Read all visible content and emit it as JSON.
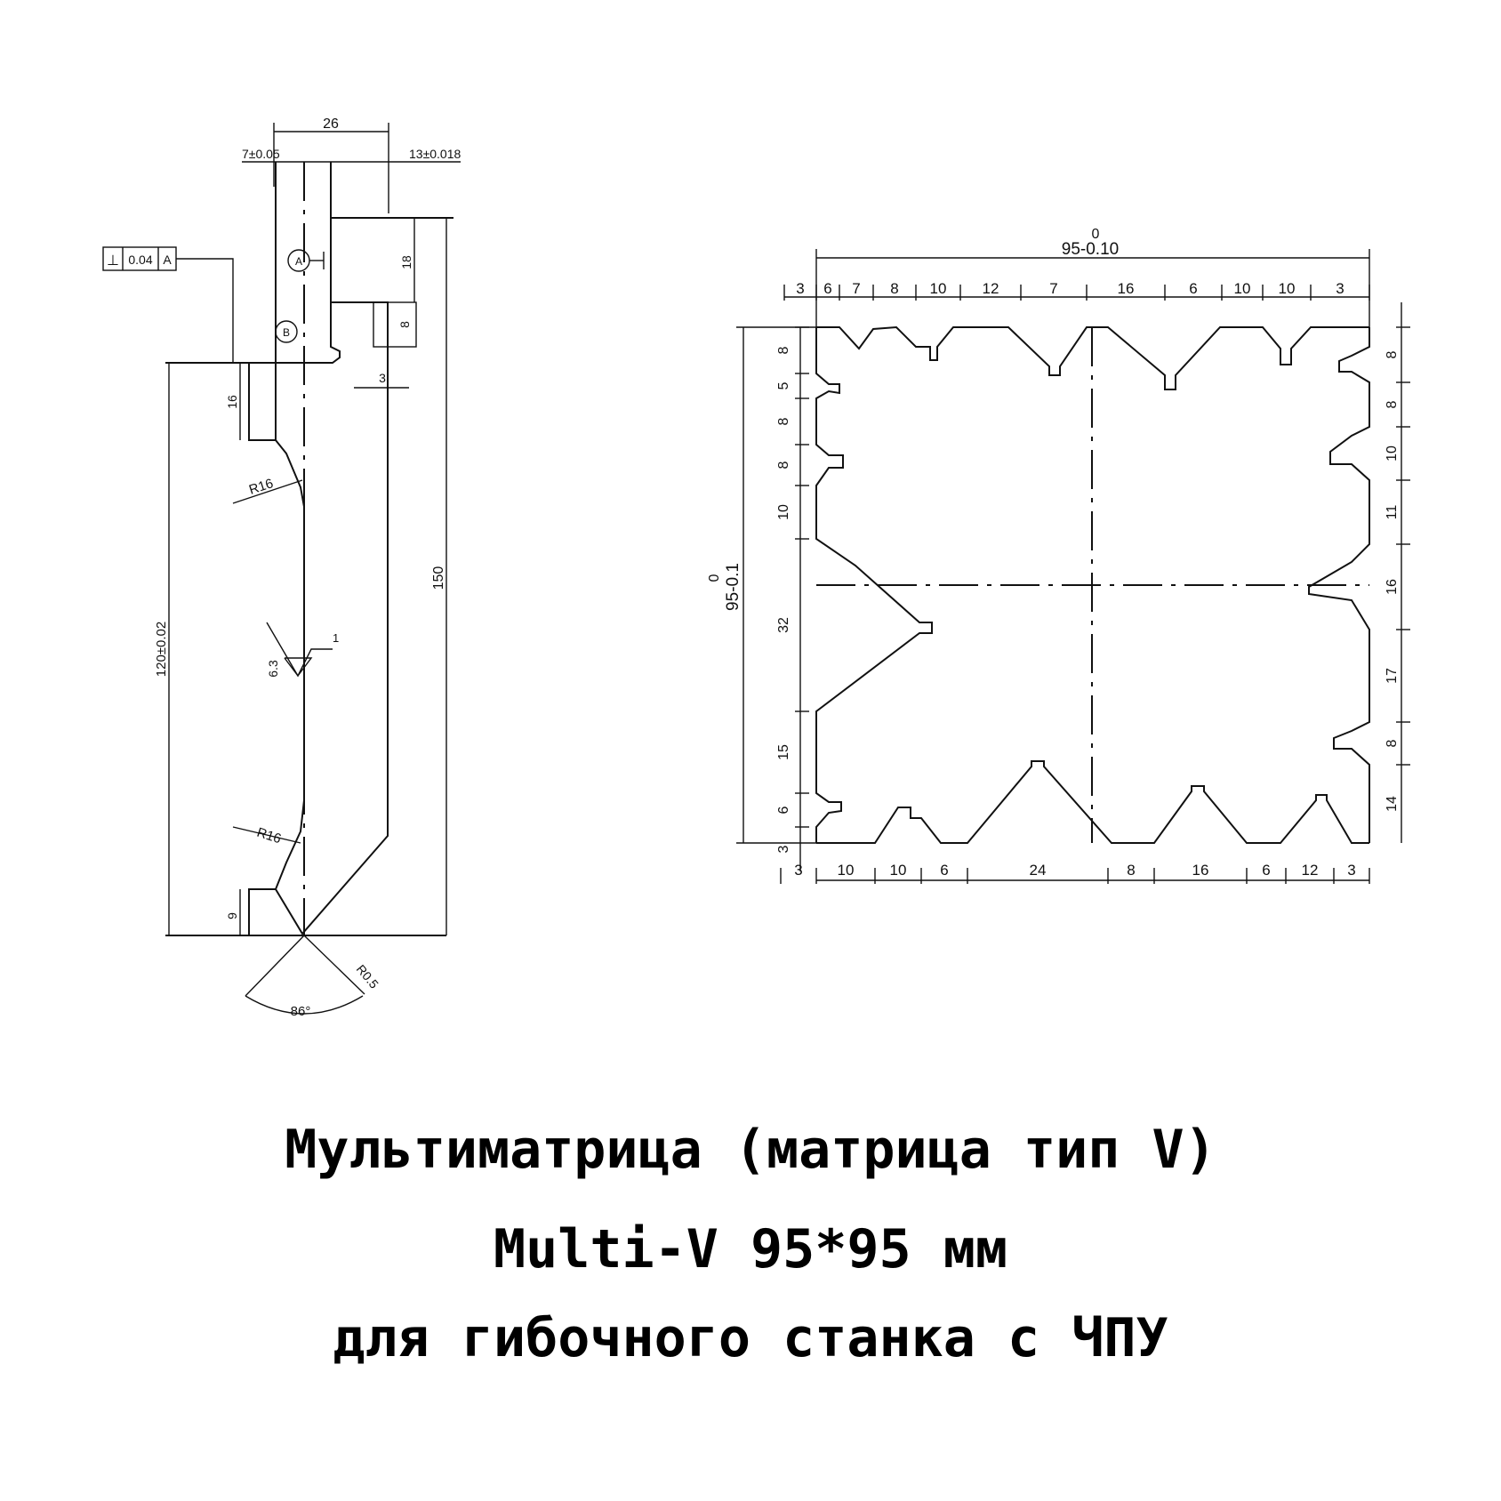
{
  "profile": {
    "top_width": "26",
    "tol_left": "7±0.05",
    "tol_right": "13±0.018",
    "perp_symbol": "⊥",
    "perp_value": "0.04",
    "perp_datum": "A",
    "datum_a": "A",
    "datum_b": "B",
    "dim_18": "18",
    "dim_8": "8",
    "dim_3": "3",
    "dim_16": "16",
    "radius_top": "R16",
    "radius_bottom": "R16",
    "total_height": "150",
    "height_tol": "120±0.02",
    "roughness": "6.3",
    "roughness_n": "1",
    "dim_9": "9",
    "tip_radius": "R0.5",
    "angle": "86°"
  },
  "square": {
    "overall_top": "95-0.10",
    "overall_top_upper": "0",
    "overall_left": "95-0.1",
    "overall_left_upper": "0",
    "top_dims": [
      "3",
      "6",
      "7",
      "8",
      "10",
      "12",
      "7",
      "16",
      "6",
      "10",
      "10",
      "3"
    ],
    "bottom_dims": [
      "3",
      "10",
      "10",
      "6",
      "24",
      "8",
      "16",
      "6",
      "12",
      "3"
    ],
    "left_dims": [
      "8",
      "5",
      "8",
      "8",
      "10",
      "32",
      "15",
      "6",
      "3"
    ],
    "right_dims": [
      "8",
      "8",
      "10",
      "11",
      "16",
      "17",
      "8",
      "14"
    ]
  },
  "caption": {
    "line1": "Мультиматрица (матрица тип V)",
    "line2": "Multi-V 95*95 мм",
    "line3": "для гибочного станка с ЧПУ"
  }
}
